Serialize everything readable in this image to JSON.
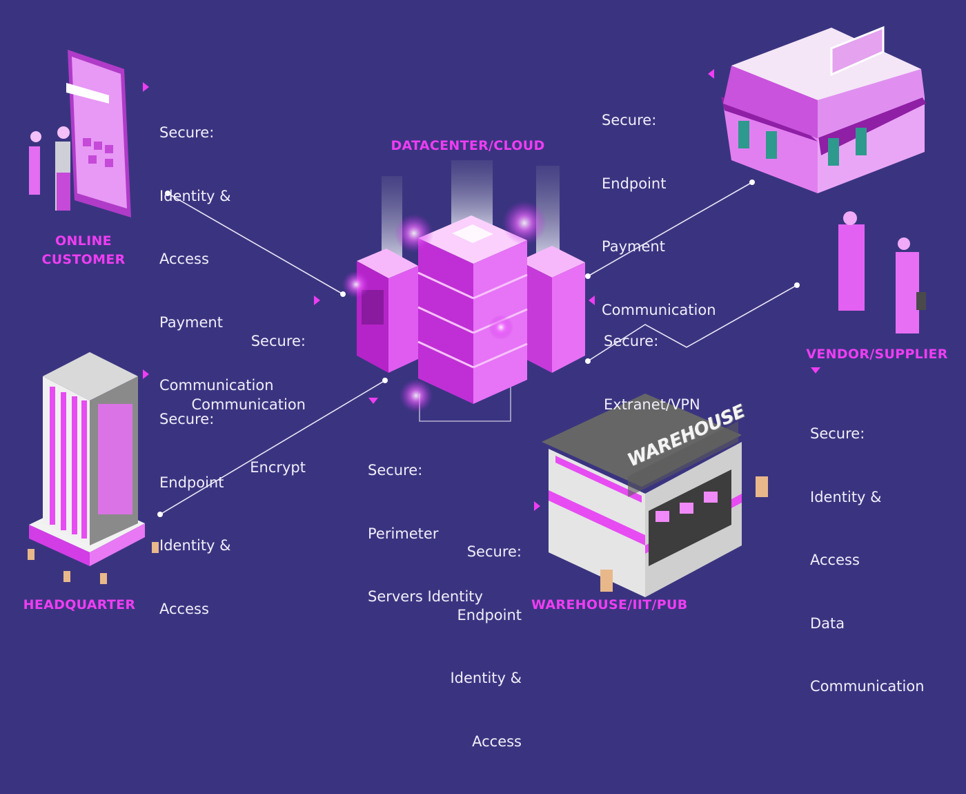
{
  "colors": {
    "background": "#3a3480",
    "accent": "#ee3df2",
    "text": "#f1eefa",
    "line": "#e9e6f5"
  },
  "nodes": {
    "datacenter": {
      "title": "DATACENTER/CLOUD"
    },
    "online_customer": {
      "title": "ONLINE\nCUSTOMER",
      "items": [
        "Secure:",
        "Identity &",
        "Access",
        "Payment",
        "Communication"
      ]
    },
    "store": {
      "items": [
        "Secure:",
        "Endpoint",
        "Payment",
        "Communication"
      ]
    },
    "vendor": {
      "title": "VENDOR/SUPPLIER",
      "items": [
        "Secure:",
        "Identity &",
        "Access",
        "Data",
        "Communication"
      ]
    },
    "headquarter": {
      "title": "HEADQUARTER",
      "items": [
        "Secure:",
        "Endpoint",
        "Identity &",
        "Access"
      ]
    },
    "warehouse": {
      "title": "WAREHOUSE/IIT/PUB",
      "sign": "WAREHOUSE",
      "items": [
        "Secure:",
        "Endpoint",
        "Identity &",
        "Access"
      ]
    },
    "dc_left": {
      "items": [
        "Secure:",
        "Communication",
        "Encrypt"
      ]
    },
    "dc_right": {
      "items": [
        "Secure:",
        "Extranet/VPN"
      ]
    },
    "dc_bottom": {
      "items": [
        "Secure:",
        "Perimeter",
        "Servers Identity"
      ]
    }
  }
}
